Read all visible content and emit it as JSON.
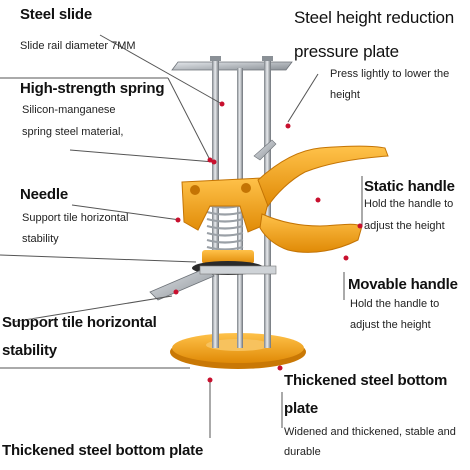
{
  "labels": {
    "steel_slide": "Steel slide",
    "slide_rail_diameter": "Slide rail diameter 7MM",
    "height_plate_line1": "Steel height reduction",
    "height_plate_line2": "pressure plate",
    "press_lightly_line1": "Press lightly to lower the",
    "press_lightly_line2": "height",
    "spring_title": "High-strength spring",
    "spring_desc_line1": "Silicon-manganese",
    "spring_desc_line2": "spring steel material,",
    "needle_title": "Needle",
    "needle_desc_line1": "Support tile horizontal",
    "needle_desc_line2": "stability",
    "static_handle_title": "Static handle",
    "static_handle_line1": "Hold the handle to",
    "static_handle_line2": "adjust the height",
    "movable_handle_title": "Movable handle",
    "movable_handle_line1": "Hold the handle to",
    "movable_handle_line2": "adjust the height",
    "support_tile_line1": "Support tile horizontal",
    "support_tile_line2": "stability",
    "bottom_plate_title_line1": "Thickened steel bottom",
    "bottom_plate_title_line2": "plate",
    "bottom_plate_desc_line1": "Widened and thickened, stable and",
    "bottom_plate_desc_line2": "durable",
    "bottom_caption": "Thickened steel bottom plate"
  },
  "colors": {
    "tool_orange": "#f3a51d",
    "steel": "#b9bdc2",
    "marker_red": "#c8102e",
    "leader_line": "#555555"
  }
}
